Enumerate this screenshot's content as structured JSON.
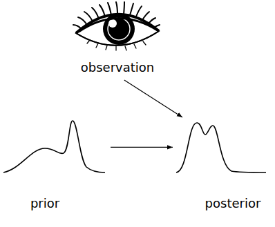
{
  "diagram": {
    "nodes": [
      {
        "text": [
          "observation"
        ]
      },
      {
        "text": [
          "prior"
        ]
      },
      {
        "text": [
          "posterior"
        ]
      }
    ],
    "edges": [
      {
        "from": 0,
        "to": 2,
        "arrow": "to"
      },
      {
        "from": 1,
        "to": 2,
        "arrow": "to"
      }
    ]
  }
}
